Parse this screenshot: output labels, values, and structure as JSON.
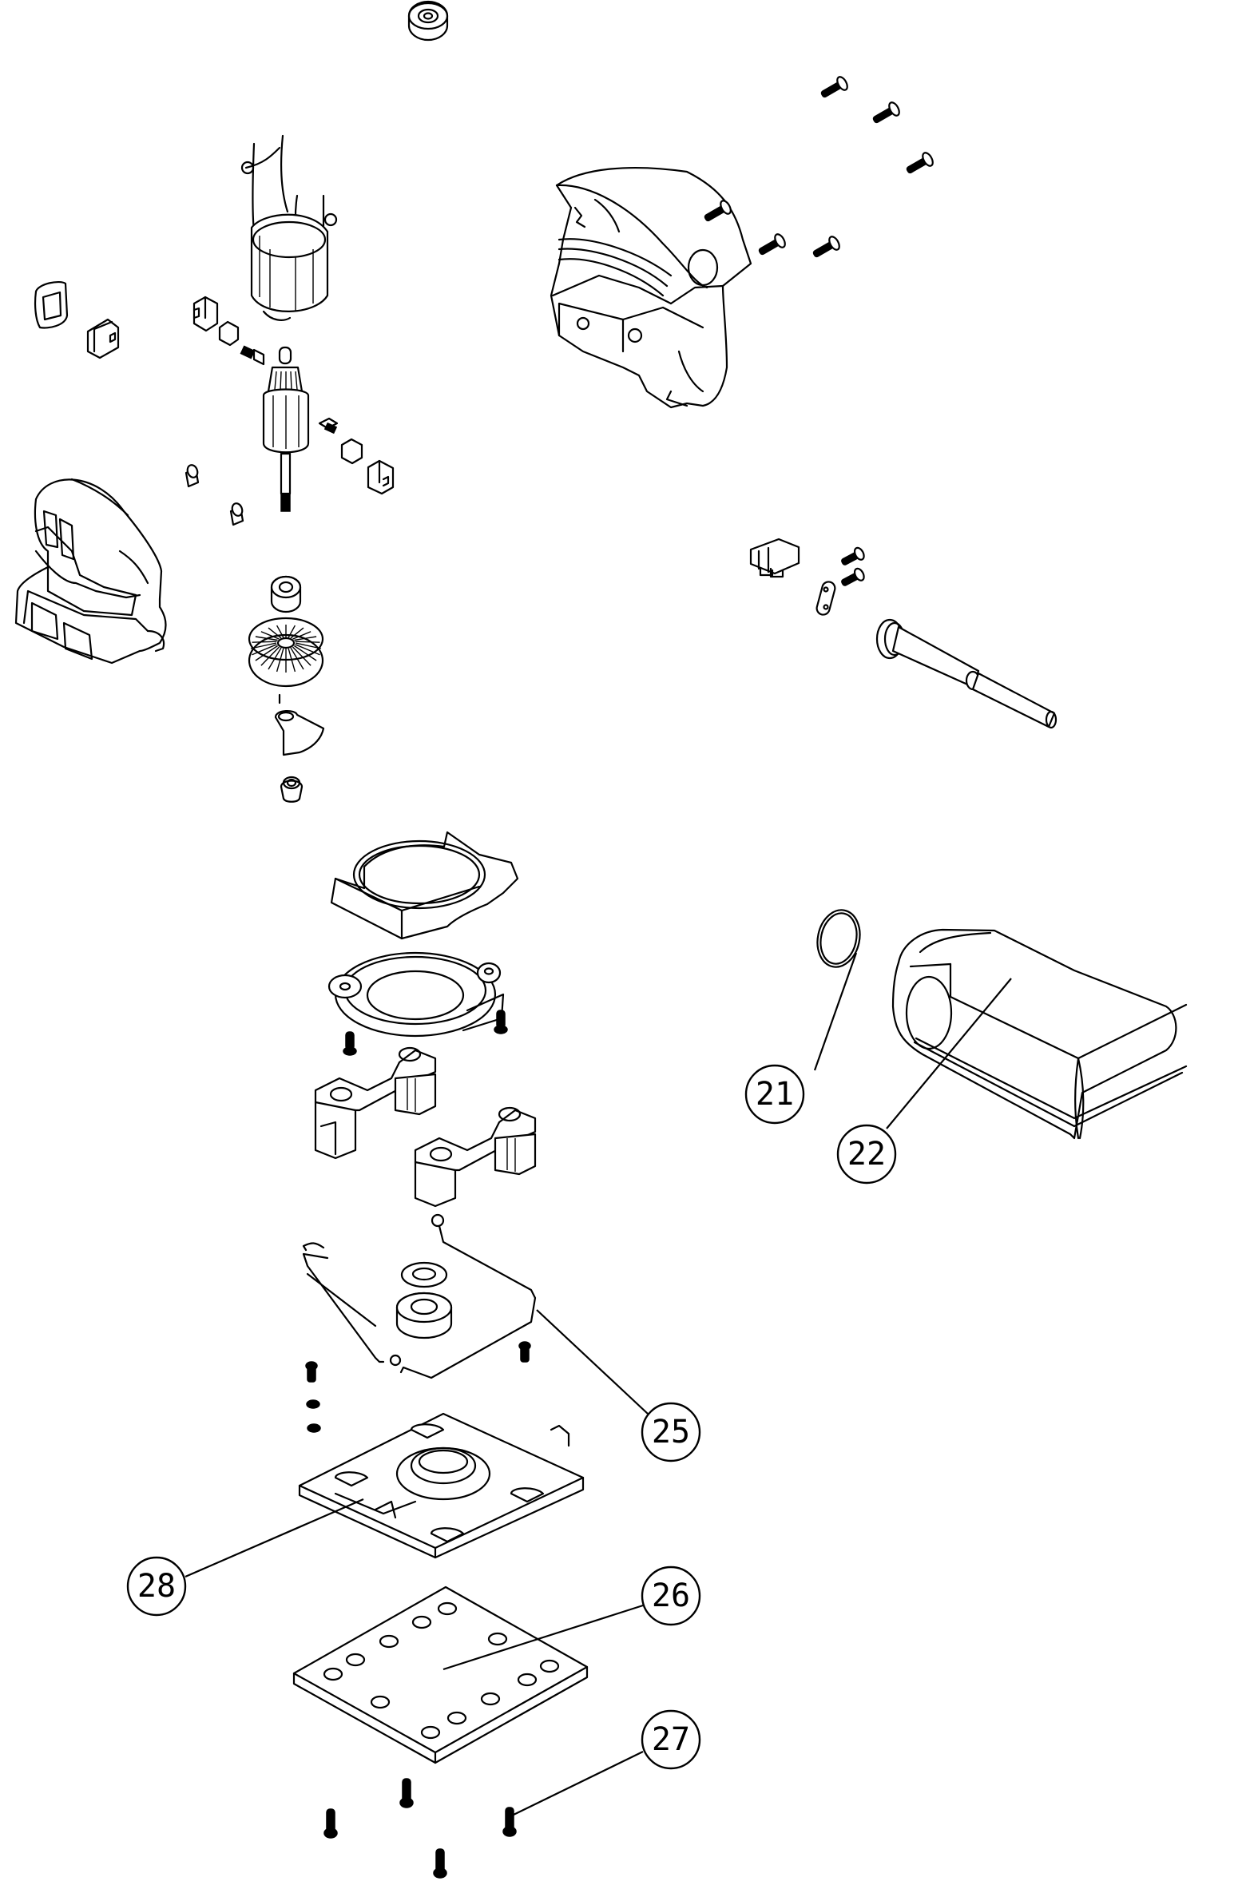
{
  "diagram": {
    "type": "exploded-parts-view",
    "subject": "orbital palm sander",
    "colors": {
      "line": "#000000",
      "background": "#ffffff"
    },
    "callouts": [
      {
        "id": "21",
        "label": "21",
        "part": "o-ring"
      },
      {
        "id": "22",
        "label": "22",
        "part": "dust-box"
      },
      {
        "id": "25",
        "label": "25",
        "part": "paper-clamp-wire"
      },
      {
        "id": "26",
        "label": "26",
        "part": "sanding-pad"
      },
      {
        "id": "27",
        "label": "27",
        "part": "pad-screw"
      },
      {
        "id": "28",
        "label": "28",
        "part": "base-plate"
      }
    ],
    "unlabeled_parts": [
      "top-bearing",
      "field-stator",
      "housing-half-right",
      "housing-screws",
      "switch-cover",
      "switch",
      "brush-holder-left",
      "carbon-brush-left",
      "armature",
      "carbon-brush-right",
      "brush-holder-right",
      "bushing",
      "housing-half-left",
      "lower-bearing",
      "fan",
      "counterweight",
      "eccentric-nut",
      "cable-clamp-terminal",
      "cable-clamp-plate",
      "cable-clamp-screws",
      "power-cord-sleeve",
      "bearing-cover",
      "bearing-seat",
      "pad-support-leg-left",
      "pad-support-leg-right",
      "felt-washer",
      "rubber-bushing",
      "screws-and-washers"
    ]
  }
}
